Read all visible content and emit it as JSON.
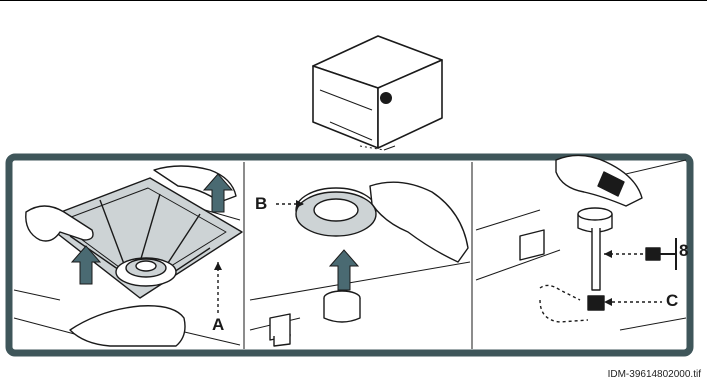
{
  "callouts": {
    "a": "A",
    "b": "B",
    "c": "C",
    "eight": "8"
  },
  "figure_id": "IDM-39614802000.tif",
  "colors": {
    "frame": "#3f565a",
    "grate_fill": "#cdd3d5",
    "arrow_fill": "#4a6a72",
    "line": "#1a1a1a"
  }
}
